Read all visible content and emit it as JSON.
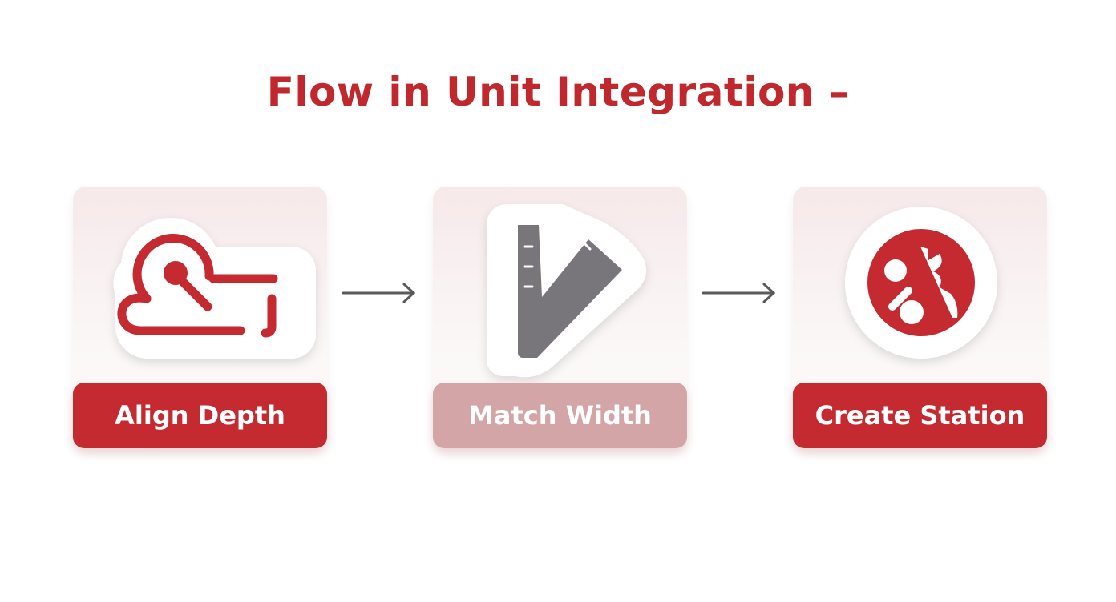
{
  "title": "Flow in Unit Integration –",
  "steps": [
    {
      "label": "Align Depth",
      "icon": "tape-measure-icon",
      "color": "#c42a30"
    },
    {
      "label": "Match Width",
      "icon": "ruler-square-icon",
      "color": "#d4a5a7"
    },
    {
      "label": "Create Station",
      "icon": "tools-icon",
      "color": "#c42a30"
    }
  ],
  "colors": {
    "accent": "#c42a30",
    "gray": "#78767a",
    "arrow": "#5a5a5a"
  }
}
